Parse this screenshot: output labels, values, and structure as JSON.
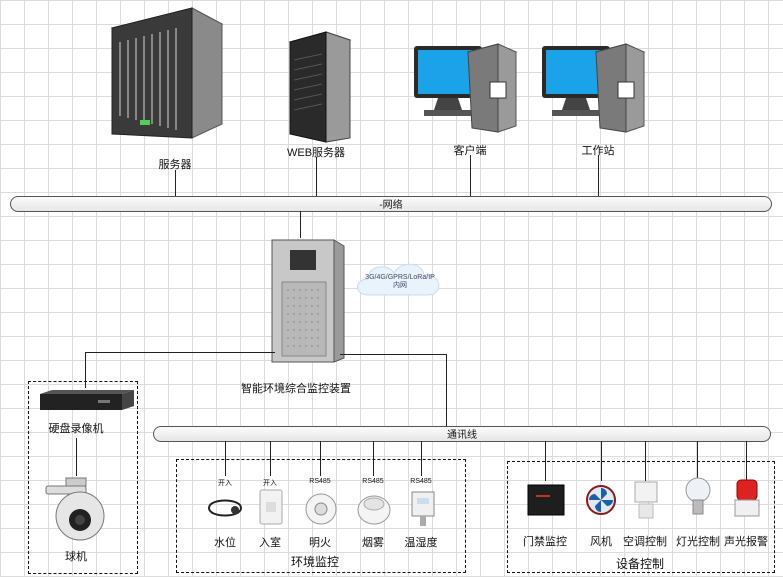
{
  "top_devices": {
    "server": "服务器",
    "web_server": "WEB服务器",
    "client": "客户端",
    "workstation": "工作站"
  },
  "network_bus": "-网络",
  "cloud_text": "3G/4G/GPRS/LoRa/IP\n内网",
  "controller": "智能环境综合监控装置",
  "nvr": "硬盘录像机",
  "dome_camera": "球机",
  "comm_bus": "通讯线",
  "env_group": {
    "title": "环境监控",
    "sensors": [
      {
        "tag": "开入",
        "label": "水位"
      },
      {
        "tag": "开入",
        "label": "入室"
      },
      {
        "tag": "RS485",
        "label": "明火"
      },
      {
        "tag": "RS485",
        "label": "烟雾"
      },
      {
        "tag": "RS485",
        "label": "温湿度"
      }
    ]
  },
  "ctrl_group": {
    "title": "设备控制",
    "devices": [
      {
        "label": "门禁监控"
      },
      {
        "label": "风机"
      },
      {
        "label": "空调控制"
      },
      {
        "label": "灯光控制"
      },
      {
        "label": "声光报警"
      }
    ]
  }
}
